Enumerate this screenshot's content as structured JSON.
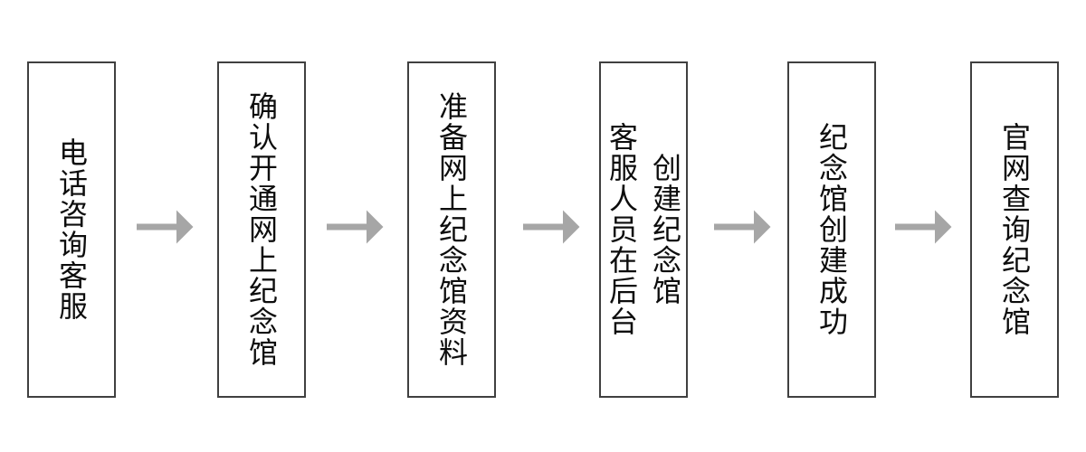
{
  "flowchart": {
    "steps": [
      {
        "label": "电话咨询客服"
      },
      {
        "label": "确认开通网上纪念馆"
      },
      {
        "label": "准备网上纪念馆资料"
      },
      {
        "label": "客服人员在后台创建纪念馆",
        "columns": [
          "客服人员在后台",
          "创建纪念馆"
        ]
      },
      {
        "label": "纪念馆创建成功"
      },
      {
        "label": "官网查询纪念馆"
      }
    ],
    "colors": {
      "background": "#ffffff",
      "box_fill": "#ffffff",
      "box_border": "#404040",
      "arrow": "#a6a6a6",
      "text": "#0d0d0d"
    }
  }
}
